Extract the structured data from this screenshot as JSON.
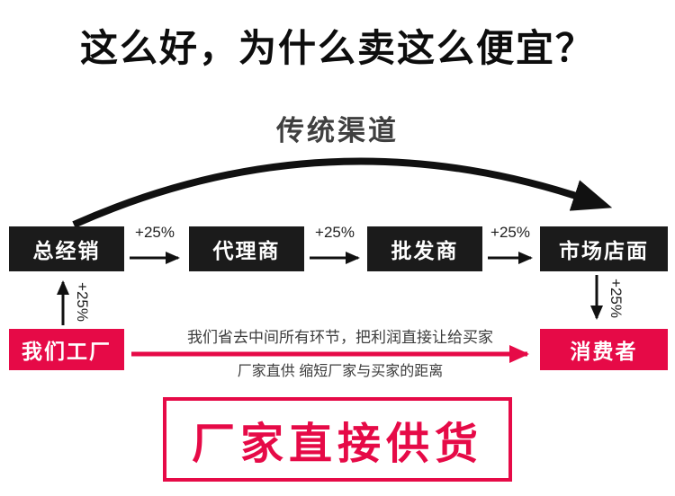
{
  "title": "这么好，为什么卖这么便宜？",
  "traditional_channel": {
    "label": "传统渠道",
    "nodes": [
      "总经销",
      "代理商",
      "批发商",
      "市场店面"
    ],
    "markup": "+25%"
  },
  "direct_channel": {
    "factory": "我们工厂",
    "consumer": "消费者",
    "note_line1": "我们省去中间所有环节，把利润直接让给买家",
    "note_line2": "厂家直供 缩短厂家与买家的距离"
  },
  "banner": "厂家直接供货",
  "colors": {
    "box_black": "#1b1b1b",
    "accent_red": "#e60a47",
    "text_dark": "#3c3c3c"
  }
}
